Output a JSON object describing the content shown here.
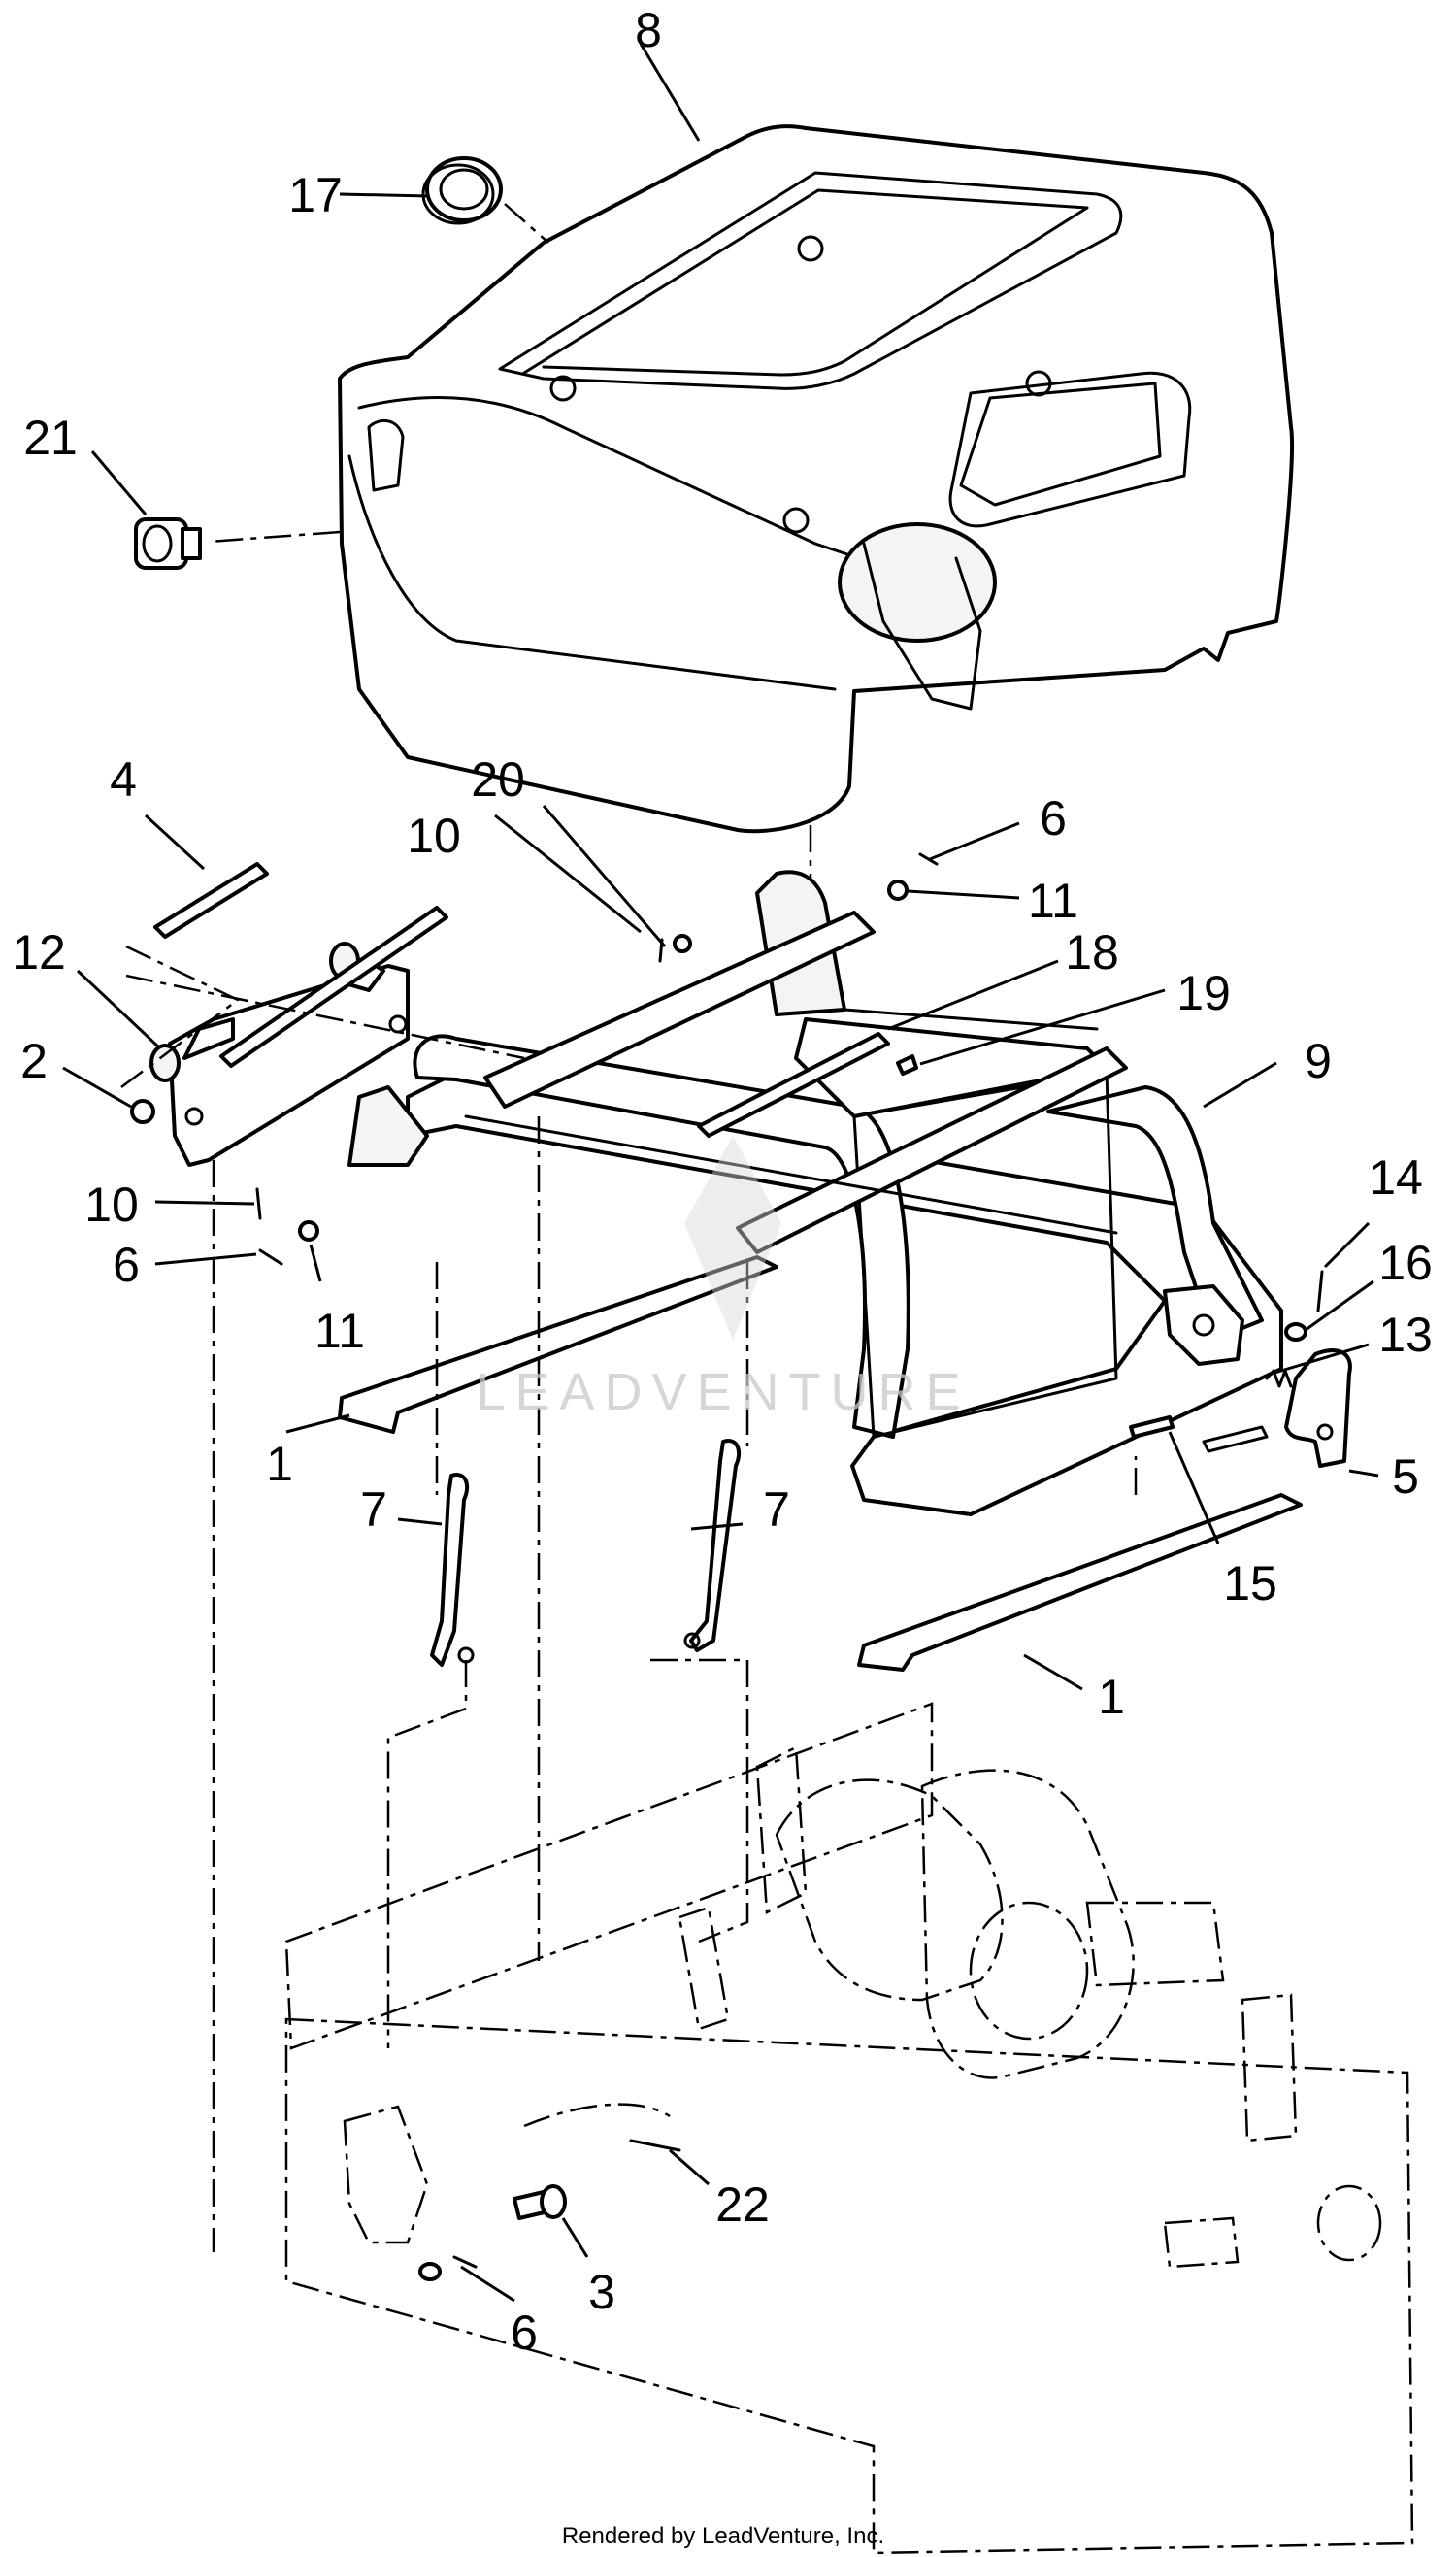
{
  "watermark_text": "LEADVENTURE",
  "footer_text": "Rendered by LeadVenture, Inc.",
  "callouts": [
    {
      "id": "c8",
      "label": "8"
    },
    {
      "id": "c17",
      "label": "17"
    },
    {
      "id": "c21",
      "label": "21"
    },
    {
      "id": "c4",
      "label": "4"
    },
    {
      "id": "c20",
      "label": "20"
    },
    {
      "id": "c10a",
      "label": "10"
    },
    {
      "id": "c6a",
      "label": "6"
    },
    {
      "id": "c11a",
      "label": "11"
    },
    {
      "id": "c12",
      "label": "12"
    },
    {
      "id": "c18",
      "label": "18"
    },
    {
      "id": "c19",
      "label": "19"
    },
    {
      "id": "c2",
      "label": "2"
    },
    {
      "id": "c9",
      "label": "9"
    },
    {
      "id": "c10b",
      "label": "10"
    },
    {
      "id": "c14",
      "label": "14"
    },
    {
      "id": "c6b",
      "label": "6"
    },
    {
      "id": "c16",
      "label": "16"
    },
    {
      "id": "c11b",
      "label": "11"
    },
    {
      "id": "c13",
      "label": "13"
    },
    {
      "id": "c1a",
      "label": "1"
    },
    {
      "id": "c5",
      "label": "5"
    },
    {
      "id": "c7a",
      "label": "7"
    },
    {
      "id": "c7b",
      "label": "7"
    },
    {
      "id": "c15",
      "label": "15"
    },
    {
      "id": "c1b",
      "label": "1"
    },
    {
      "id": "c22",
      "label": "22"
    },
    {
      "id": "c3",
      "label": "3"
    },
    {
      "id": "c6c",
      "label": "6"
    }
  ]
}
